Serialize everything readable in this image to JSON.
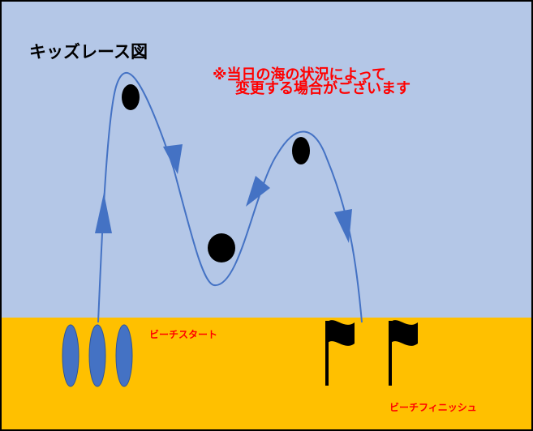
{
  "title": "キッズレース図",
  "notice": {
    "line1": "※当日の海の状況によって",
    "line2": "変更する場合がございます"
  },
  "start_label": "ビーチスタート",
  "finish_label": "ビーチフィニッシュ",
  "colors": {
    "sea": "#b4c7e7",
    "beach": "#ffc000",
    "route": "#4472c4",
    "notice_text": "#ff0000",
    "buoy": "#000000",
    "flag": "#000000"
  },
  "icons": [
    "start-marker-icon",
    "buoy-icon",
    "direction-arrow-icon",
    "finish-flag-icon"
  ]
}
